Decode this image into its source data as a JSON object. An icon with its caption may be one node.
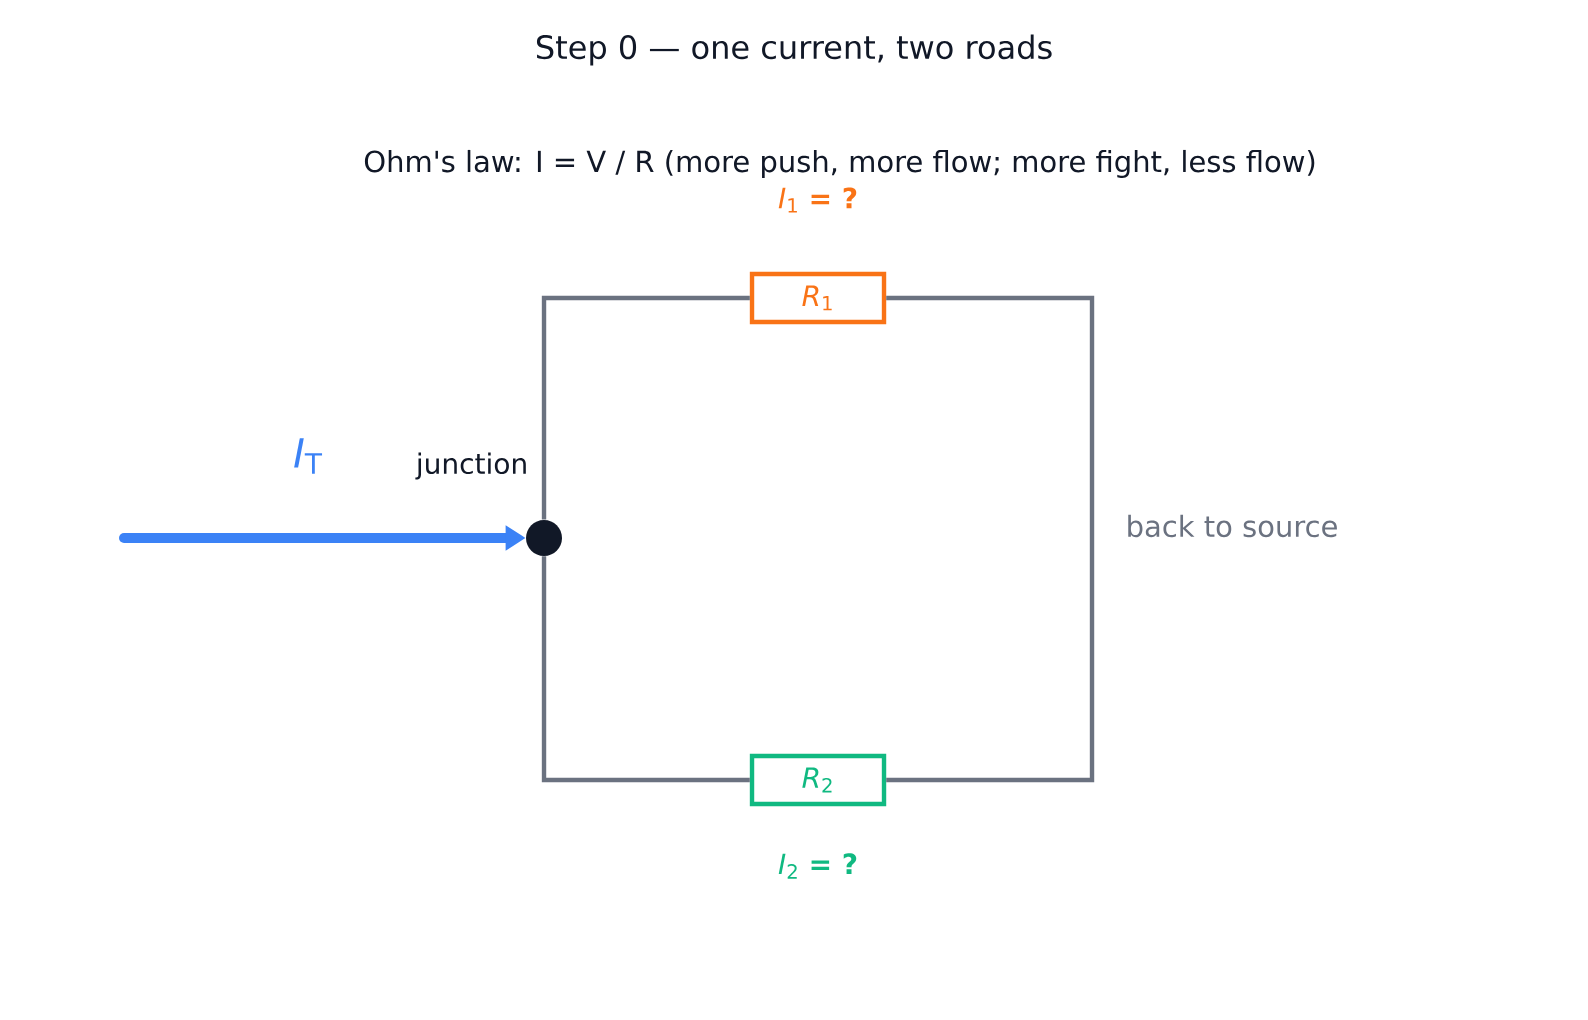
{
  "diagram": {
    "title": "Step 0 — one current, two roads",
    "nodes": [
      {
        "text": [],
        "shape": "circle",
        "beside": [
          "junction"
        ]
      },
      {
        "text": [
          "*R*$_{1}$"
        ],
        "beside": [
          "*I*$_{1}$ **= ?**"
        ]
      },
      {
        "text": [
          "*R*$_{2}$"
        ],
        "beside": [
          "*I*$_{2}$ **= ?**"
        ]
      }
    ],
    "edges": [
      {
        "from": null,
        "to": 0,
        "arrow": "to",
        "label": "*I*$_{T}$",
        "style": "thick",
        "color": "#3b82f6"
      },
      {
        "from": 0,
        "to": 1,
        "arrow": "none"
      },
      {
        "from": 0,
        "to": 2,
        "arrow": "none"
      },
      {
        "from": 1,
        "to": 2,
        "arrow": "none"
      }
    ],
    "labels": [
      "Ohm's law:  I = V / R   (more push, more flow; more fight, less flow)",
      "back to source"
    ]
  }
}
